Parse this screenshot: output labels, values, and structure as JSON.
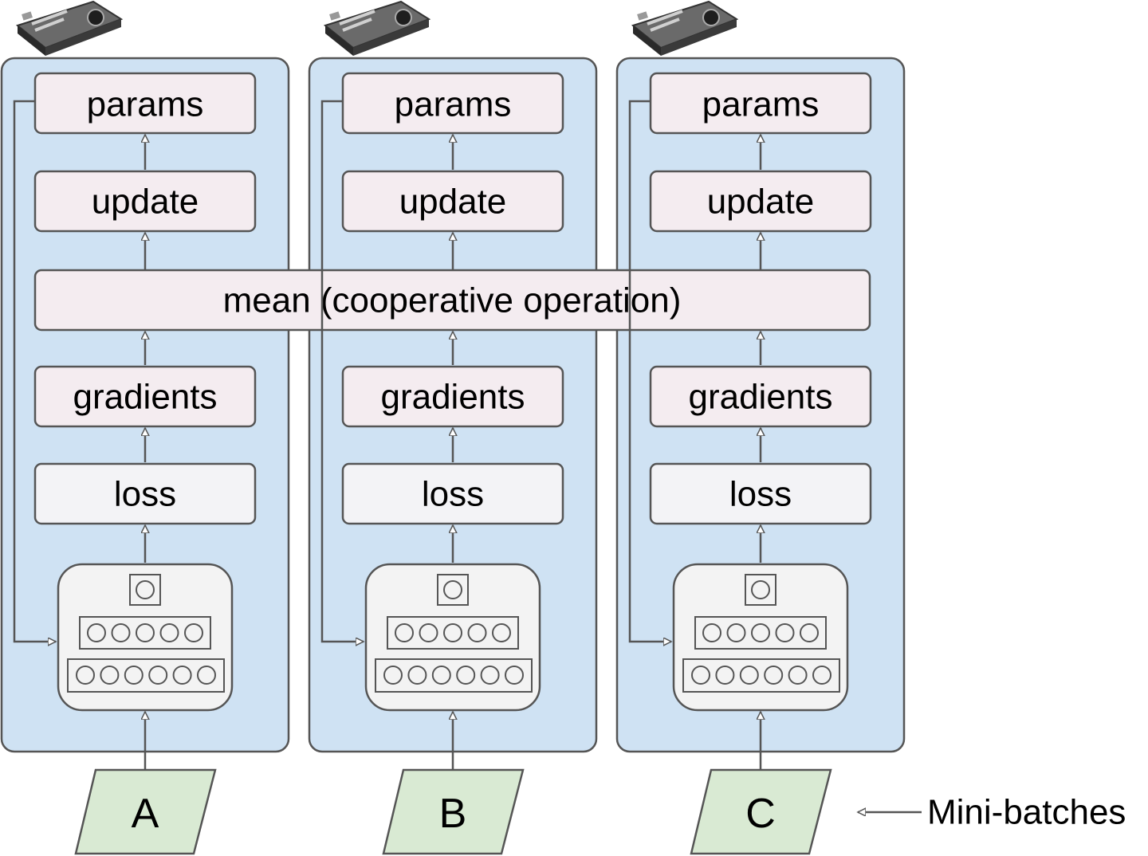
{
  "columns": [
    {
      "id": "a",
      "gpu_icon": "gpu-card-icon",
      "params": "params",
      "update": "update",
      "gradients": "gradients",
      "loss": "loss",
      "batch": "A"
    },
    {
      "id": "b",
      "gpu_icon": "gpu-card-icon",
      "params": "params",
      "update": "update",
      "gradients": "gradients",
      "loss": "loss",
      "batch": "B"
    },
    {
      "id": "c",
      "gpu_icon": "gpu-card-icon",
      "params": "params",
      "update": "update",
      "gradients": "gradients",
      "loss": "loss",
      "batch": "C"
    }
  ],
  "mean_label": "mean (cooperative operation)",
  "mini_batches_label": "Mini-batches",
  "model_icon": "neural-network-icon",
  "colors": {
    "device_fill": "#cfe2f3",
    "op_fill": "#f4ecf0",
    "loss_fill": "#f3f3f6",
    "model_fill": "#f3f3f3",
    "batch_fill": "#d9ead3",
    "stroke": "#555555"
  }
}
